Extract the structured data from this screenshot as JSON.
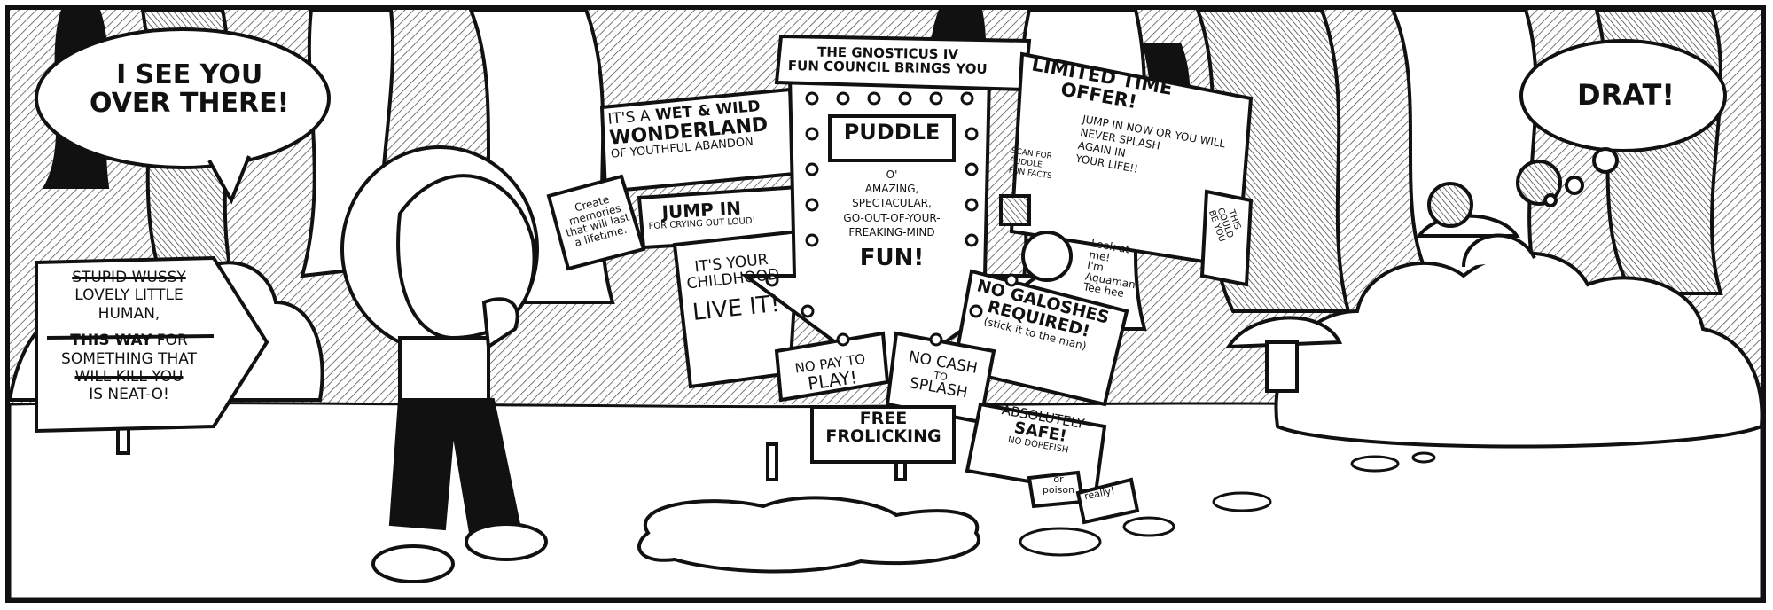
{
  "bubbles": {
    "left": "I SEE YOU OVER THERE!",
    "left_line1": "I SEE YOU",
    "left_line2": "OVER THERE!",
    "right": "DRAT!"
  },
  "left_sign": {
    "struck_1": "STUPID WUSSY",
    "line_2": "LOVELY LITTLE",
    "line_3": "HUMAN,",
    "this_way": "THIS WAY",
    "for": "FOR",
    "something": "SOMETHING THAT",
    "struck_2": "WILL KILL YOU",
    "neato": "IS NEAT-O!"
  },
  "center_signs": {
    "header_1": "THE GNOSTICUS IV",
    "header_2": "FUN COUNCIL BRINGS YOU",
    "puddle": "PUDDLE",
    "o": "O'",
    "amazing": "AMAZING,",
    "spectacular": "SPECTACULAR,",
    "go_out": "GO-OUT-OF-YOUR-",
    "freaking": "FREAKING-MIND",
    "fun": "FUN!",
    "wet_1": "IT'S A",
    "wet_2": "WET & WILD",
    "wet_3": "WONDERLAND",
    "wet_4": "OF YOUTHFUL ABANDON",
    "jump_in": "JUMP IN",
    "crying": "FOR CRYING OUT LOUD!",
    "childhood_1": "IT'S YOUR",
    "childhood_2": "CHILDHOOD",
    "live_it": "LIVE IT!",
    "memories_1": "Create",
    "memories_2": "memories",
    "memories_3": "that will last",
    "memories_4": "a lifetime.",
    "no_pay_1": "NO PAY TO",
    "no_pay_2": "PLAY!",
    "no_cash_1": "NO CASH",
    "no_cash_2": "TO",
    "no_cash_3": "SPLASH",
    "free_1": "FREE",
    "free_2": "FROLICKING",
    "limited_1": "LIMITED TIME",
    "limited_2": "OFFER!",
    "jump_now_1": "JUMP IN NOW OR YOU WILL",
    "jump_now_2": "NEVER SPLASH",
    "jump_now_3": "AGAIN IN",
    "jump_now_4": "YOUR LIFE!!",
    "scan_1": "SCAN FOR",
    "scan_2": "PUDDLE",
    "scan_3": "FUN FACTS",
    "could_1": "THIS",
    "could_2": "COULD",
    "could_3": "BE YOU",
    "aquaman_1": "Look at",
    "aquaman_2": "me!",
    "aquaman_3": "I'm",
    "aquaman_4": "Aquaman!",
    "aquaman_5": "Tee hee",
    "galoshes_1": "NO GALOSHES",
    "galoshes_2": "REQUIRED!",
    "galoshes_3": "(stick it to the man)",
    "safe_1": "ABSOLUTELY",
    "safe_2": "SAFE!",
    "safe_3": "NO DOPEFISH",
    "poison_1": "or",
    "poison_2": "poison",
    "really": "really!"
  },
  "colors": {
    "ink": "#111111",
    "paper": "#ffffff",
    "hatch": "#6a6a6a"
  }
}
